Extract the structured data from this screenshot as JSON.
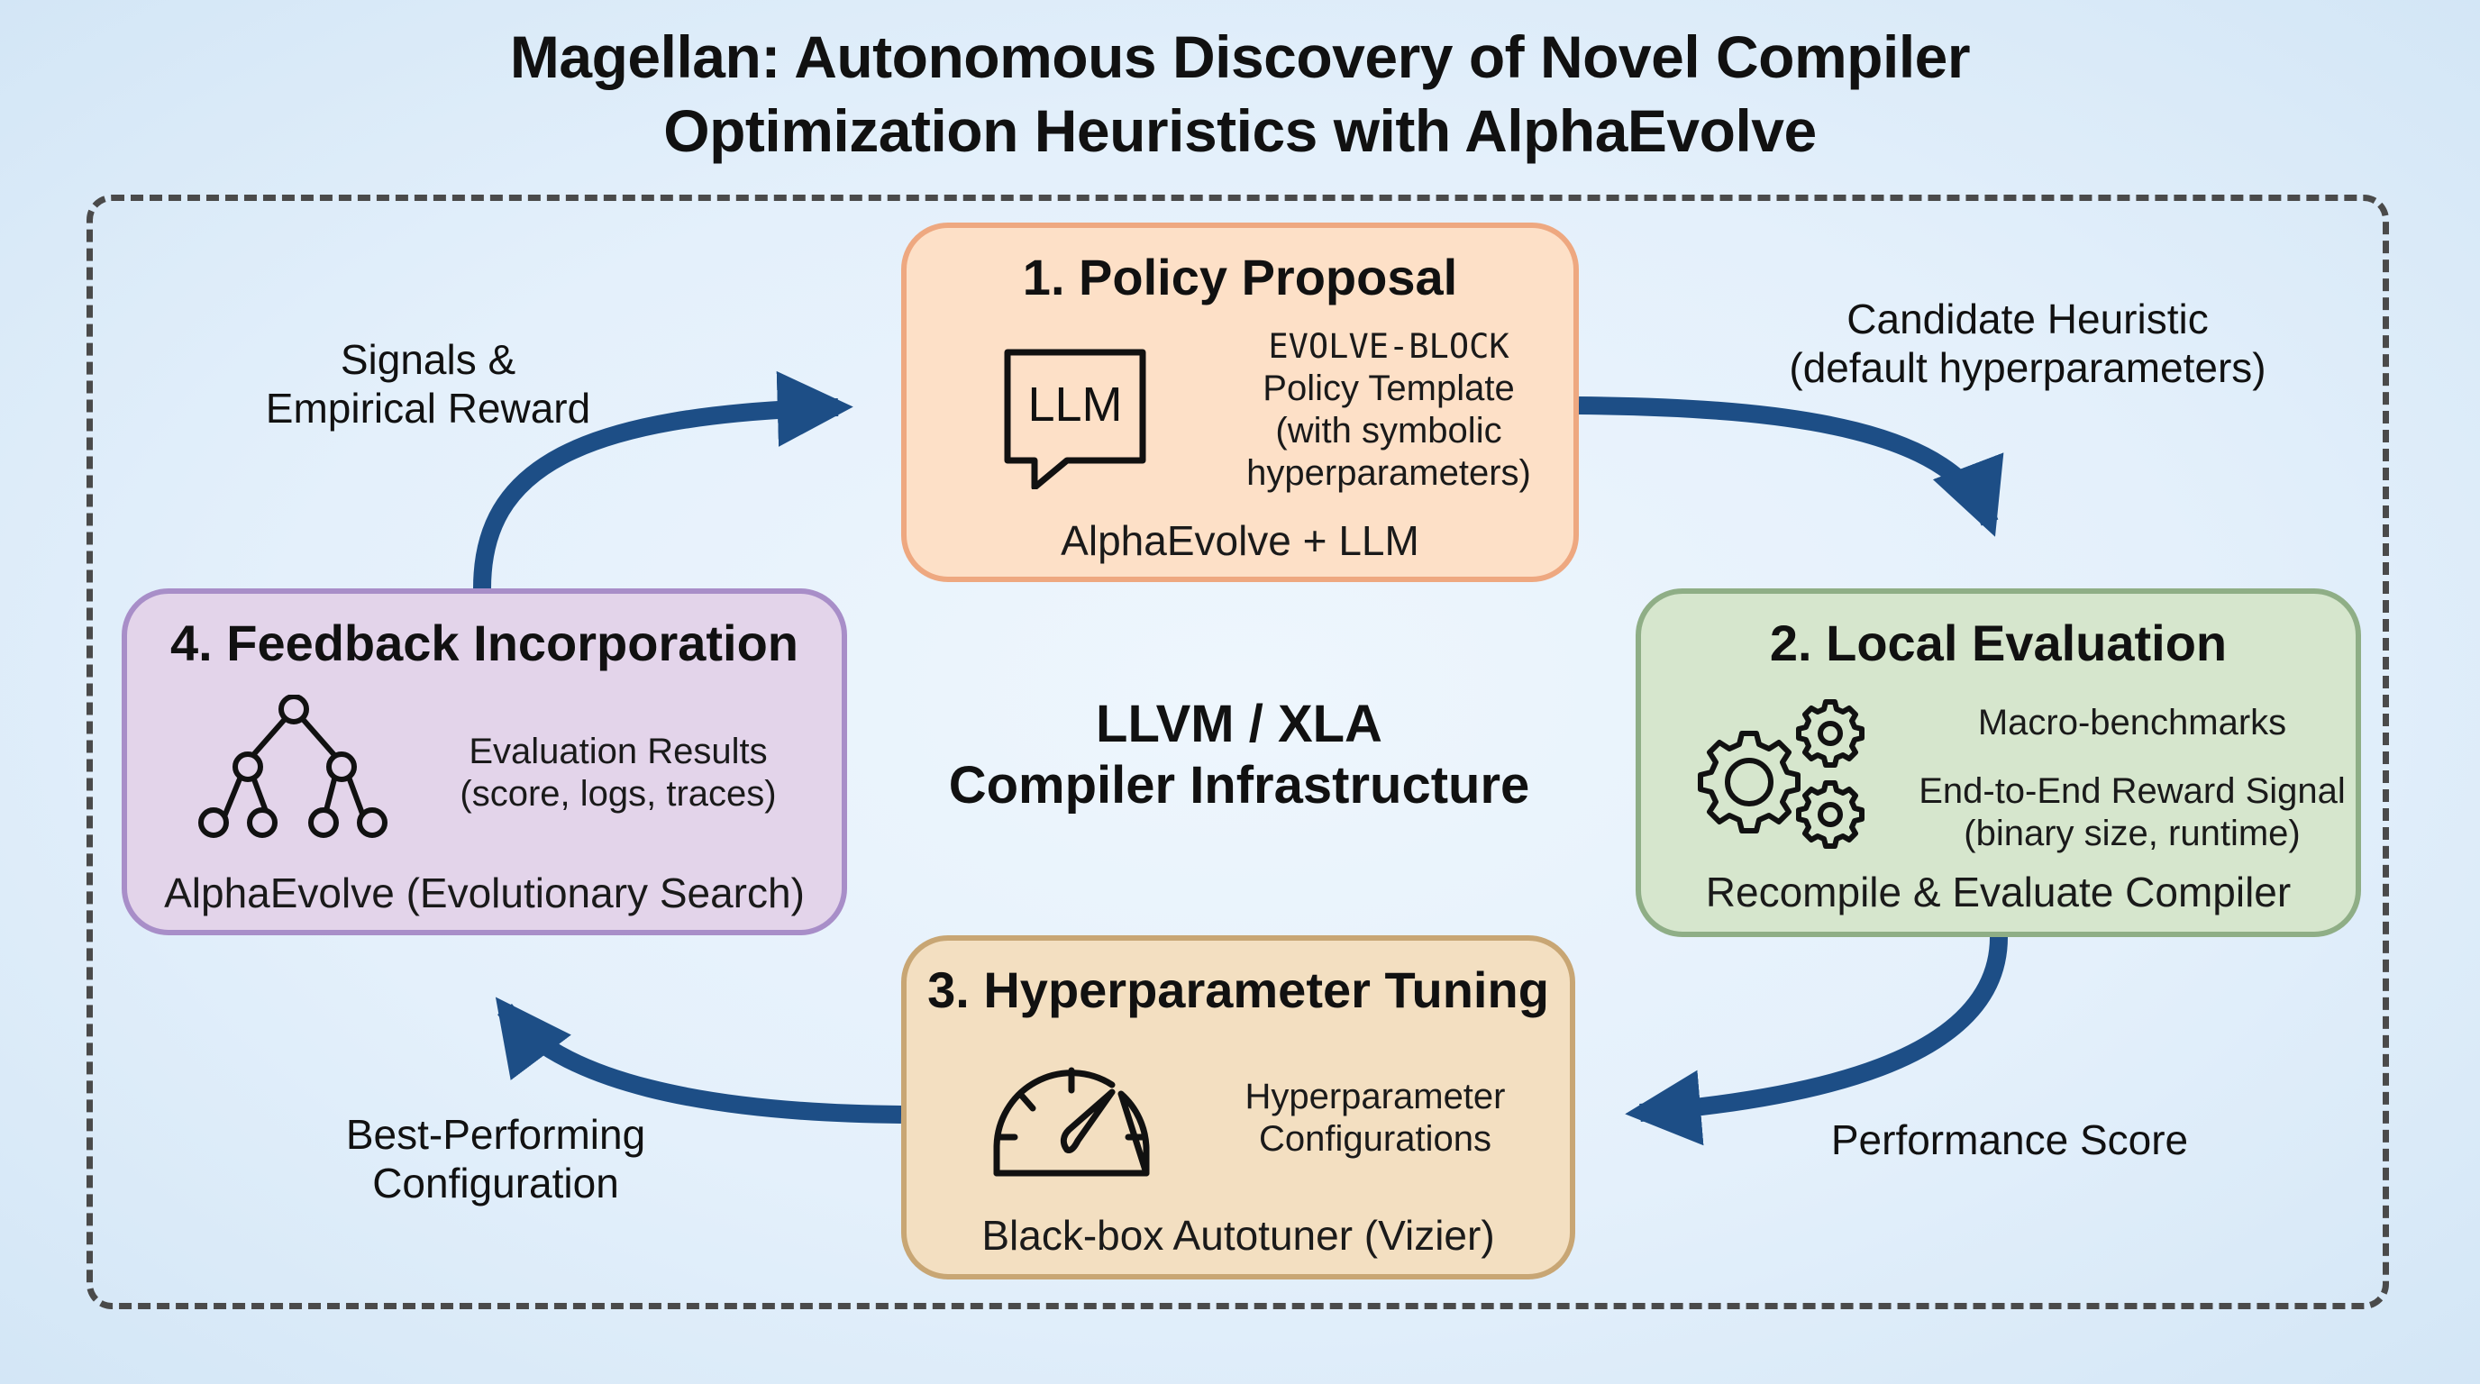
{
  "title": {
    "line1": "Magellan: Autonomous Discovery of Novel Compiler",
    "line2": "Optimization Heuristics with AlphaEvolve"
  },
  "center": {
    "line1": "LLVM / XLA",
    "line2": "Compiler Infrastructure"
  },
  "colors": {
    "arrow": "#1d4e86",
    "frame": "#4a4a4a",
    "policy_fill": "#fde0c7",
    "local_fill": "#d6e6cd",
    "tuning_fill": "#f3dfc1",
    "feedback_fill": "#e3d4ea"
  },
  "boxes": {
    "policy": {
      "title": "1. Policy Proposal",
      "icon": "llm-chat-bubble-icon",
      "icon_text": "LLM",
      "desc": [
        "EVOLVE-BLOCK",
        "Policy Template",
        "(with symbolic",
        "hyperparameters)"
      ],
      "footer": "AlphaEvolve + LLM"
    },
    "local": {
      "title": "2. Local Evaluation",
      "icon": "gears-icon",
      "desc1": "Macro-benchmarks",
      "desc2": [
        "End-to-End Reward Signal",
        "(binary size, runtime)"
      ],
      "footer": "Recompile & Evaluate Compiler"
    },
    "tuning": {
      "title": "3. Hyperparameter Tuning",
      "icon": "speedometer-icon",
      "desc": [
        "Hyperparameter",
        "Configurations"
      ],
      "footer": "Black-box Autotuner (Vizier)"
    },
    "feedback": {
      "title": "4. Feedback Incorporation",
      "icon": "tree-icon",
      "desc": [
        "Evaluation Results",
        "(score, logs, traces)"
      ],
      "footer": "AlphaEvolve (Evolutionary Search)"
    }
  },
  "edges": {
    "policy_to_local": [
      "Candidate Heuristic",
      "(default hyperparameters)"
    ],
    "local_to_tuning": [
      "Performance Score"
    ],
    "tuning_to_feedback": [
      "Best-Performing",
      "Configuration"
    ],
    "feedback_to_policy": [
      "Signals &",
      "Empirical Reward"
    ]
  }
}
